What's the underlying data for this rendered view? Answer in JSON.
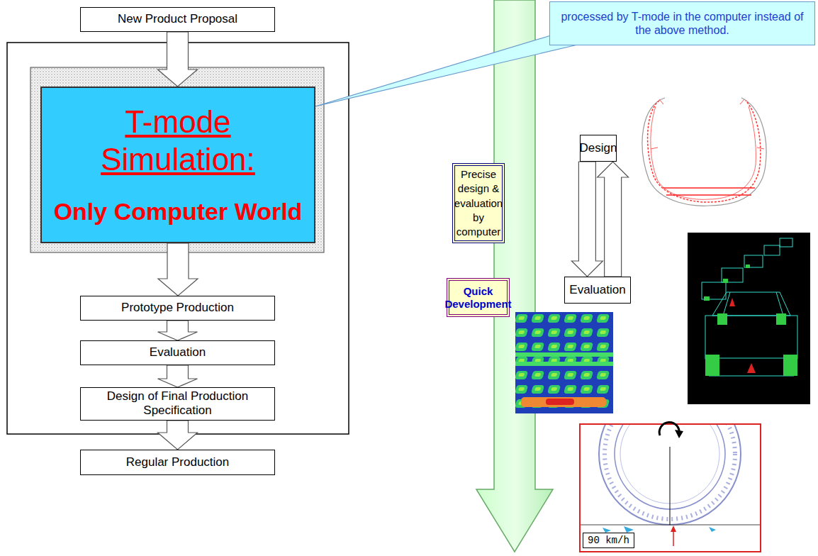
{
  "diagram": {
    "nodes": [
      {
        "text": [
          "New Product Proposal"
        ]
      },
      {
        "text": [
          "T-mode Simulation:",
          "Only Computer World"
        ]
      },
      {
        "text": [
          "Prototype Production"
        ]
      },
      {
        "text": [
          "Evaluation"
        ]
      },
      {
        "text": [
          "Design of Final Production Specification"
        ]
      },
      {
        "text": [
          "Regular Production"
        ]
      },
      {
        "text": [
          "Precise design & evaluation by computer"
        ]
      },
      {
        "text": [
          "Quick Development"
        ]
      },
      {
        "text": [
          "processed by T-mode in the computer instead of the above method."
        ]
      },
      {
        "text": [
          "Design"
        ]
      },
      {
        "text": [
          "Evaluation"
        ]
      }
    ],
    "edges": [
      {
        "from": 0,
        "to": 1,
        "arrow": "to"
      },
      {
        "from": 1,
        "to": 2,
        "arrow": "to"
      },
      {
        "from": 2,
        "to": 3,
        "arrow": "to"
      },
      {
        "from": 3,
        "to": 4,
        "arrow": "to"
      },
      {
        "from": 4,
        "to": 5,
        "arrow": "to"
      },
      {
        "from": 8,
        "to": 1,
        "arrow": "none"
      },
      {
        "from": 9,
        "to": 10,
        "arrow": "to"
      },
      {
        "from": 10,
        "to": 9,
        "arrow": "to"
      }
    ],
    "labels": [
      "90 km/h"
    ]
  }
}
